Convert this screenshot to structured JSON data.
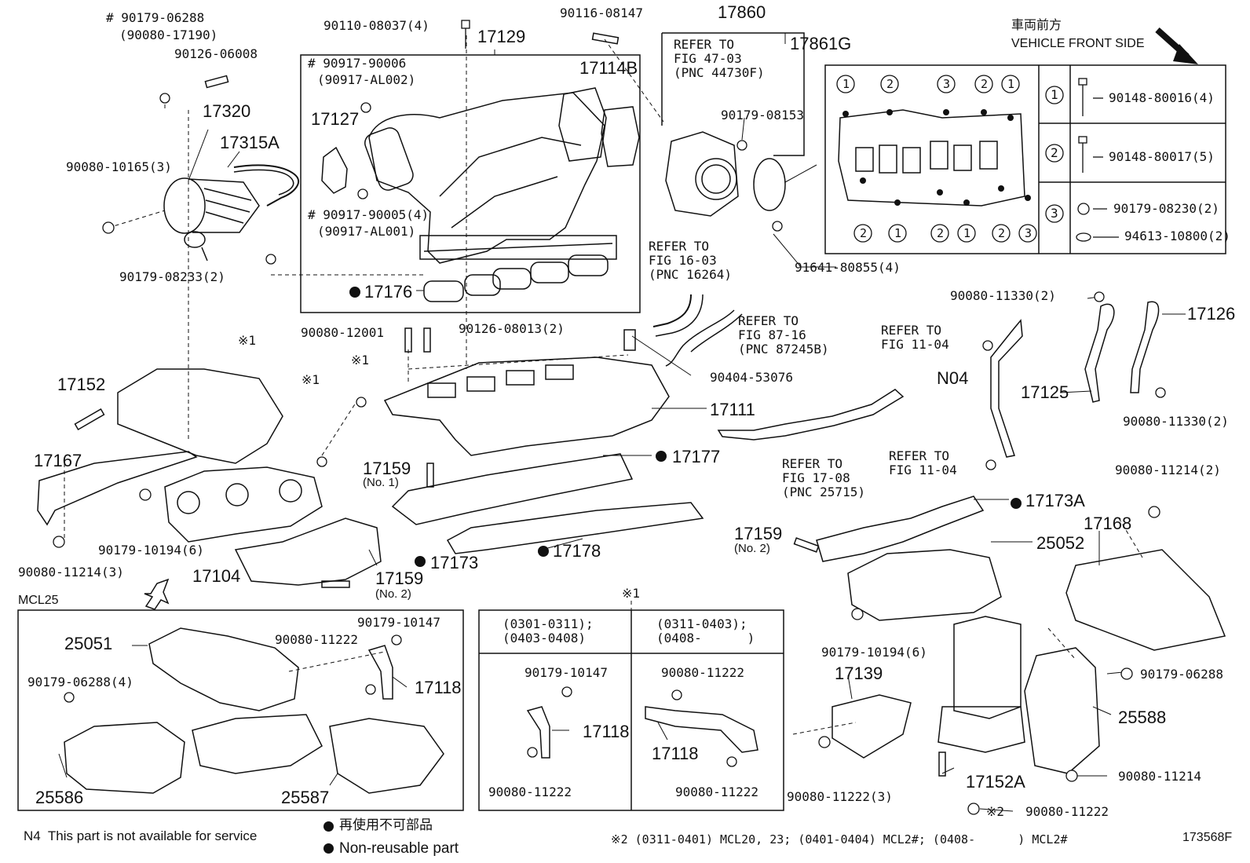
{
  "vehicle_front": {
    "jp": "車両前方",
    "en": "VEHICLE FRONT SIDE"
  },
  "figure_code": "173568F",
  "mcl25": "MCL25",
  "notes": {
    "n4": "N4  This part is not available for service",
    "nonreusable_jp": "再使用不可部品",
    "nonreusable_en": "Non-reusable part",
    "footnote2": "※2 (0311-0401) MCL20, 23; (0401-0404) MCL2#; (0408-      ) MCL2#"
  },
  "bolt_table": [
    {
      "mark": "1",
      "part": "90148-80016(4)"
    },
    {
      "mark": "2",
      "part": "90148-80017(5)"
    },
    {
      "mark": "3",
      "part": "90179-08230(2)"
    },
    {
      "mark": "3",
      "part": "94613-10800(2)"
    }
  ],
  "gasket_marks_top": [
    "1",
    "2",
    "3",
    "2",
    "1"
  ],
  "gasket_marks_bottom": [
    "2",
    "1",
    "2",
    "1",
    "2",
    "3"
  ],
  "footnote1_box": {
    "marker": "※1",
    "col1_range": "(0301-0311);\n(0403-0408)",
    "col2_range": "(0311-0403);\n(0408-      )",
    "col1_top": "90179-10147",
    "col1_mid": "17118",
    "col1_bot": "90080-11222",
    "col2_top": "90080-11222",
    "col2_mid": "17118",
    "col2_bot": "90080-11222"
  },
  "labels": {
    "l01": "# 90179-06288",
    "l02": "(90080-17190)",
    "l03": "90126-06008",
    "l04": "90110-08037(4)",
    "l05": "17129",
    "l06": "90116-08147",
    "l07": "17860",
    "l08": "17861G",
    "l09": "REFER TO\nFIG 47-03\n(PNC 44730F)",
    "l10": "90179-08153",
    "l11": "17320",
    "l12": "17315A",
    "l13": "# 90917-90006",
    "l14": "(90917-AL002)",
    "l15": "17114B",
    "l16": "17127",
    "l17": "90080-10165(3)",
    "l18": "# 90917-90005(4)",
    "l19": "(90917-AL001)",
    "l20": "90179-08233(2)",
    "l21": "17176",
    "l22": "REFER TO\nFIG 16-03\n(PNC 16264)",
    "l23": "91641-80855(4)",
    "l24": "90080-11330(2)",
    "l25": "17126",
    "l26": "REFER TO\nFIG 11-04",
    "l27": "90080-12001",
    "l28": "90126-08013(2)",
    "l29": "REFER TO\nFIG 87-16\n(PNC 87245B)",
    "l30": "※1",
    "l31": "※1",
    "l32": "※1",
    "l33": "90404-53076",
    "l34": "N04",
    "l35": "17125",
    "l36": "17152",
    "l37": "17111",
    "l38": "90080-11330(2)",
    "l39": "17159",
    "l40": "(No. 1)",
    "l41": "17177",
    "l42": "17167",
    "l43": "REFER TO\nFIG 17-08\n(PNC 25715)",
    "l44": "REFER TO\nFIG 11-04",
    "l45": "90080-11214(2)",
    "l46": "17173A",
    "l47": "17168",
    "l48": "17159",
    "l49": "(No. 2)",
    "l50": "25052",
    "l51": "90179-10194(6)",
    "l52": "17178",
    "l53": "90080-11214(3)",
    "l54": "17104",
    "l55": "17173",
    "l56": "17159",
    "l57": "(No. 2)",
    "l58": "25051",
    "l59": "90080-11222",
    "l60": "90179-10147",
    "l61": "90179-06288(4)",
    "l62": "17118",
    "l63": "90179-10194(6)",
    "l64": "17139",
    "l65": "90179-06288",
    "l66": "25588",
    "l67": "25586",
    "l68": "25587",
    "l69": "90080-11222(3)",
    "l70": "17152A",
    "l71": "90080-11214",
    "l72": "※2",
    "l73": "90080-11222"
  }
}
